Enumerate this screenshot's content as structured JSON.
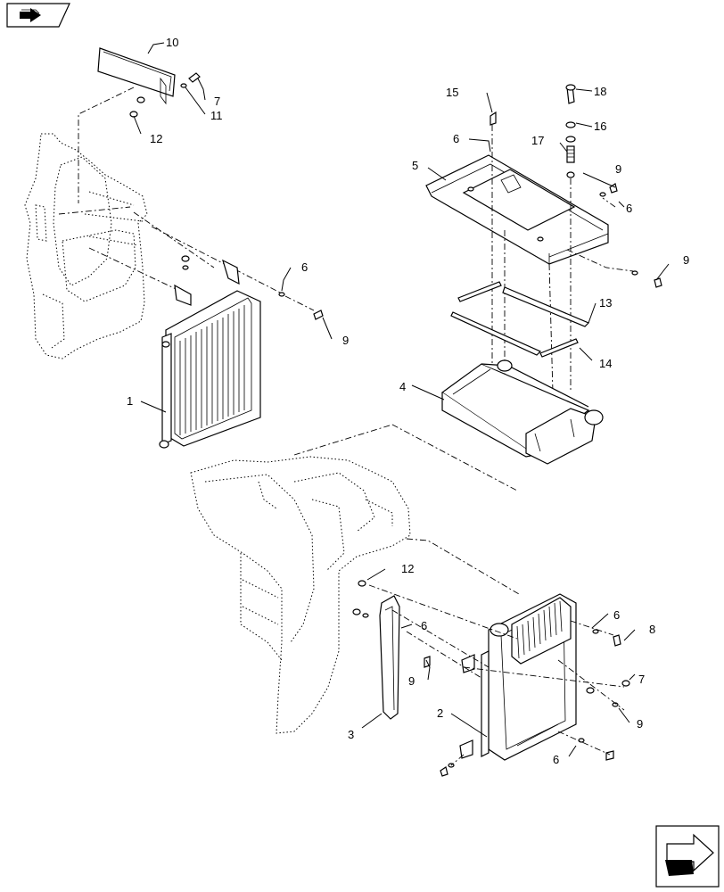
{
  "callouts": [
    {
      "id": "c1",
      "text": "1"
    },
    {
      "id": "c2",
      "text": "2"
    },
    {
      "id": "c3",
      "text": "3"
    },
    {
      "id": "c4",
      "text": "4"
    },
    {
      "id": "c5",
      "text": "5"
    },
    {
      "id": "c6a",
      "text": "6"
    },
    {
      "id": "c6b",
      "text": "6"
    },
    {
      "id": "c6c",
      "text": "6"
    },
    {
      "id": "c6d",
      "text": "6"
    },
    {
      "id": "c6e",
      "text": "6"
    },
    {
      "id": "c6f",
      "text": "6"
    },
    {
      "id": "c7a",
      "text": "7"
    },
    {
      "id": "c7b",
      "text": "7"
    },
    {
      "id": "c8",
      "text": "8"
    },
    {
      "id": "c9a",
      "text": "9"
    },
    {
      "id": "c9b",
      "text": "9"
    },
    {
      "id": "c9c",
      "text": "9"
    },
    {
      "id": "c9d",
      "text": "9"
    },
    {
      "id": "c9e",
      "text": "9"
    },
    {
      "id": "c10",
      "text": "10"
    },
    {
      "id": "c11",
      "text": "11"
    },
    {
      "id": "c12a",
      "text": "12"
    },
    {
      "id": "c12b",
      "text": "12"
    },
    {
      "id": "c13",
      "text": "13"
    },
    {
      "id": "c14",
      "text": "14"
    },
    {
      "id": "c15",
      "text": "15"
    },
    {
      "id": "c16",
      "text": "16"
    },
    {
      "id": "c17",
      "text": "17"
    },
    {
      "id": "c18",
      "text": "18"
    }
  ],
  "icons": {
    "top_left": "book-arrow-icon",
    "bottom_right": "next-page-arrow-icon"
  }
}
